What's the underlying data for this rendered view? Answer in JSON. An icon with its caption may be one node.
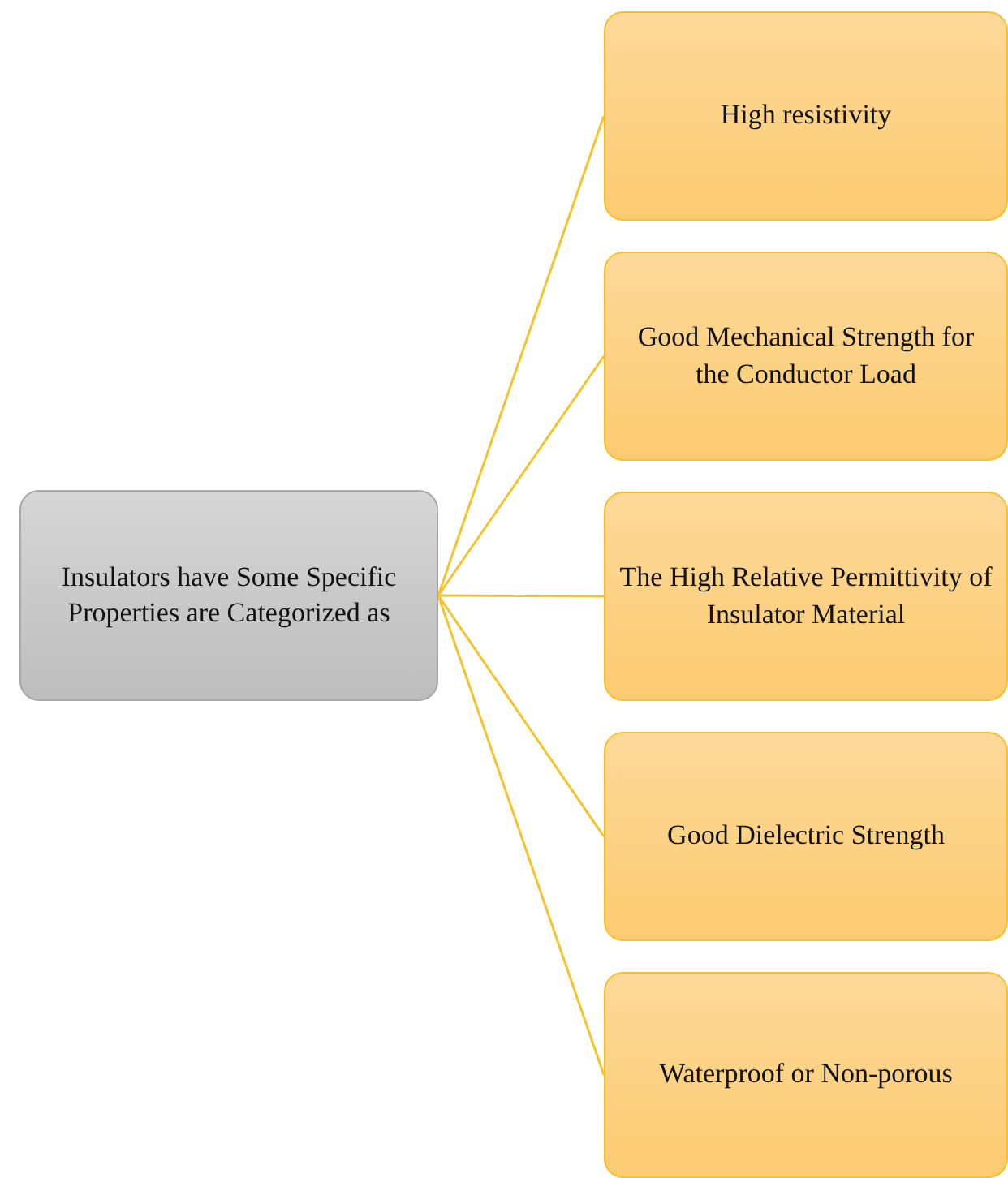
{
  "diagram": {
    "nodes": [
      {
        "text": [
          "Insulators have Some Specific Properties are Categorized as"
        ]
      },
      {
        "text": [
          "High resistivity"
        ]
      },
      {
        "text": [
          "Good Mechanical Strength for the Conductor Load"
        ]
      },
      {
        "text": [
          "The High Relative Permittivity of Insulator Material"
        ]
      },
      {
        "text": [
          "Good Dielectric Strength"
        ]
      },
      {
        "text": [
          "Waterproof or Non-porous"
        ]
      }
    ],
    "edges": [
      {
        "from": 0,
        "to": 1,
        "arrow": "none"
      },
      {
        "from": 0,
        "to": 2,
        "arrow": "none"
      },
      {
        "from": 0,
        "to": 3,
        "arrow": "none"
      },
      {
        "from": 0,
        "to": 4,
        "arrow": "none"
      },
      {
        "from": 0,
        "to": 5,
        "arrow": "none"
      }
    ]
  }
}
